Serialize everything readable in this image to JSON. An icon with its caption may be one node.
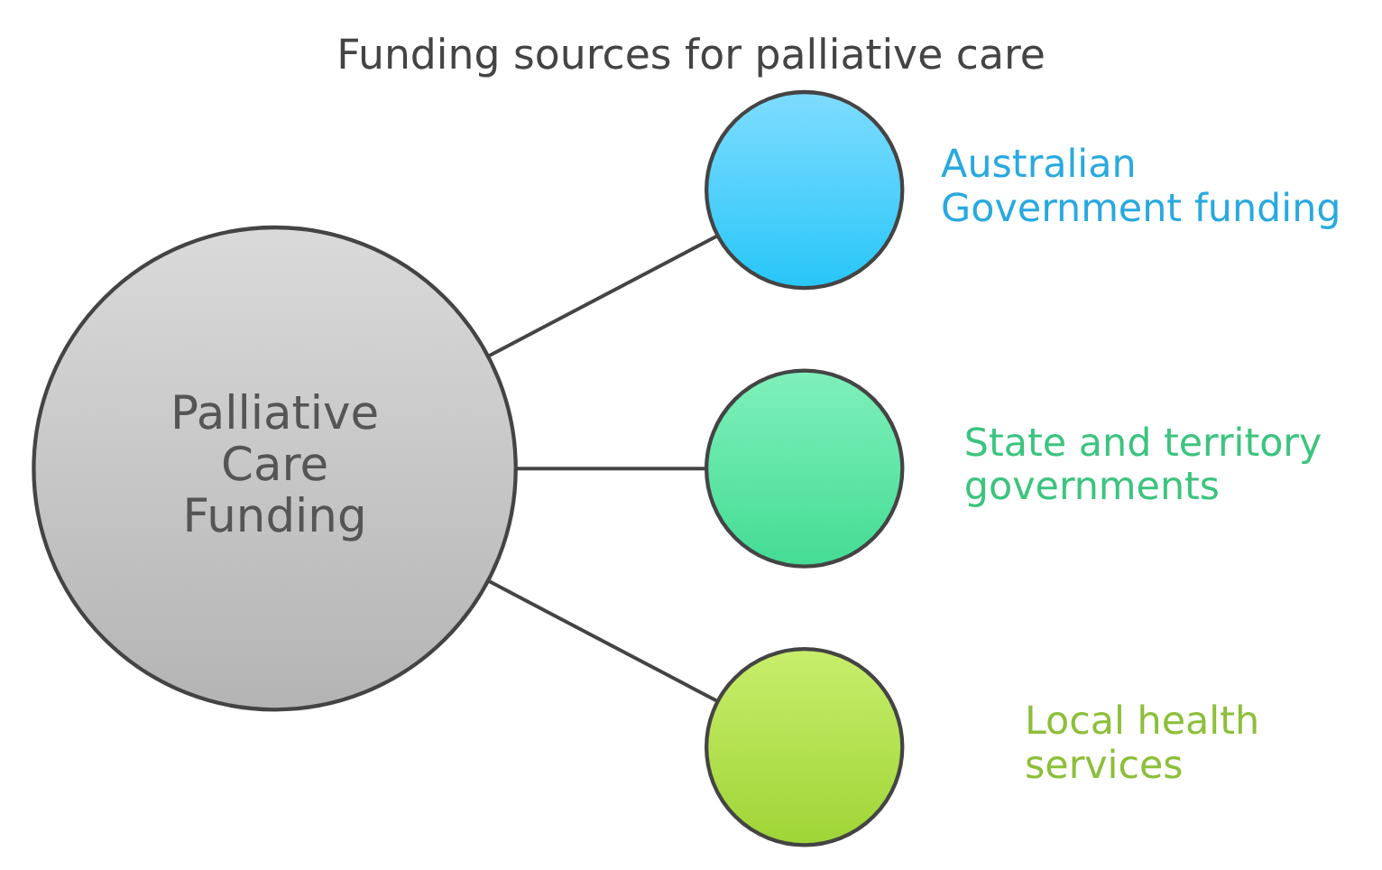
{
  "diagram": {
    "title": "Funding sources for palliative care",
    "nodes": [
      {
        "text": [
          "Palliative Care Funding"
        ]
      },
      {
        "text": [],
        "shape": "circle",
        "beside": [
          "Australian Government funding"
        ]
      },
      {
        "text": [],
        "shape": "circle",
        "beside": [
          "State and territory governments"
        ]
      },
      {
        "text": [],
        "shape": "circle",
        "beside": [
          "Local health services"
        ]
      }
    ],
    "edges": [
      {
        "from": 0,
        "to": 1,
        "arrow": "none"
      },
      {
        "from": 0,
        "to": 2,
        "arrow": "none"
      },
      {
        "from": 0,
        "to": 3,
        "arrow": "none"
      }
    ]
  }
}
